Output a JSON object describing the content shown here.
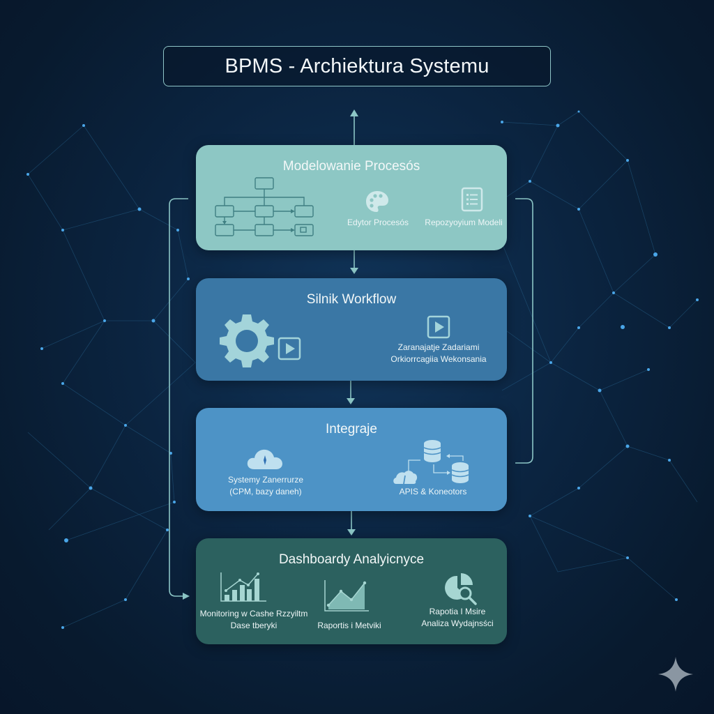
{
  "title": "BPMS - Archiektura Systemu",
  "colors": {
    "background": "#0b2440",
    "title_border": "#8fc6c8",
    "connector": "#8cc6c6",
    "layer_modeling": "#8dc7c4",
    "layer_workflow": "#3a77a5",
    "layer_integration": "#4d93c6",
    "layer_dashboard": "#2c615f",
    "icon_light": "#cfe9ea"
  },
  "layers": [
    {
      "title": "Modelowanie Procesós",
      "icons": [
        "flowchart-icon",
        "palette-icon",
        "list-document-icon"
      ],
      "items": [
        "Edytor Procesós",
        "Repozyoyium Modeli"
      ]
    },
    {
      "title": "Silnik Workflow",
      "icons": [
        "gear-icon",
        "play-icon",
        "play-icon"
      ],
      "items": [
        "Zaranajatje Zadariami",
        "Orkiorrcagiia Wekonsania"
      ]
    },
    {
      "title": "Integraje",
      "icons": [
        "cloud-icon",
        "database-icon",
        "cloud-icon",
        "database-icon"
      ],
      "items": [
        "Systemy Zanerrurze",
        "(CPM, bazy daneh)",
        "APIS & Koneotors"
      ]
    },
    {
      "title": "Dashboardy Analyicnyce",
      "icons": [
        "bar-line-chart-icon",
        "area-chart-icon",
        "pie-magnifier-icon"
      ],
      "items": [
        "Monitoring w Cashe Rzzyiltm",
        "Dase tberyki",
        "Raportis i Metviki",
        "Rapotia I Msire",
        "Analiza Wydajnsści"
      ]
    }
  ],
  "corner_icon": "sparkle-icon"
}
